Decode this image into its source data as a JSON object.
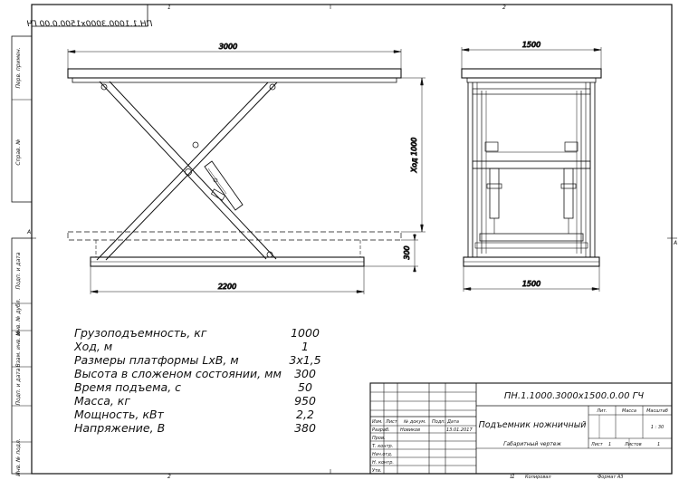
{
  "drawing": {
    "designation": "ПН.1.1000.3000х1500.0.00 ГЧ",
    "designation_mirrored": "ПН.1.1000.3000х1500.0.00 ГЧ",
    "title": "Подъемник ножничный",
    "doc_type": "Габаритный чертеж",
    "scale": "1 : 30",
    "sheet_no": "1",
    "sheet_label_line": "Лист",
    "sheets_label": "Листов",
    "sheets_total": "1",
    "copied_label": "Копировал",
    "format_label": "Формат А3",
    "page_marker": "1"
  },
  "title_block": {
    "col_lit": "Лит.",
    "col_mass": "Масса",
    "col_scale": "Масштаб",
    "row_header": [
      "Изм.",
      "Лист",
      "№ докум.",
      "Подп.",
      "Дата"
    ],
    "roles": [
      "Разраб.",
      "Пров.",
      "Т. контр.",
      "Нач.отд.",
      "Н. контр.",
      "Утв."
    ],
    "developer": "Новиков",
    "date": "13.01.2017"
  },
  "left_margin": {
    "labels": [
      "Перв. примен.",
      "Справ. №",
      "Подп. и дата",
      "Инв. № дубл.",
      "Взам. инв. №",
      "Подп. и дата",
      "Инв. № подл."
    ]
  },
  "zones": {
    "top_1": "1",
    "top_2": "2",
    "bottom_1": "1",
    "bottom_2": "2",
    "left_a": "A",
    "right_a": "A"
  },
  "dimensions": {
    "platform_length": "3000",
    "stroke": "Ход 1000",
    "closed_height": "300",
    "base_length": "2200",
    "side_top_width": "1500",
    "side_bottom_width": "1500"
  },
  "specs": [
    {
      "label": "Грузоподъемность, кг",
      "value": "1000"
    },
    {
      "label": "Ход, м",
      "value": "1"
    },
    {
      "label": "Размеры платформы LxB, м",
      "value": "3х1,5"
    },
    {
      "label": "Высота в сложеном состоянии, мм",
      "value": "300"
    },
    {
      "label": "Время подъема, с",
      "value": "50"
    },
    {
      "label": "Масса, кг",
      "value": "950"
    },
    {
      "label": "Мощность, кВт",
      "value": "2,2"
    },
    {
      "label": "Напряжение, В",
      "value": "380"
    }
  ]
}
